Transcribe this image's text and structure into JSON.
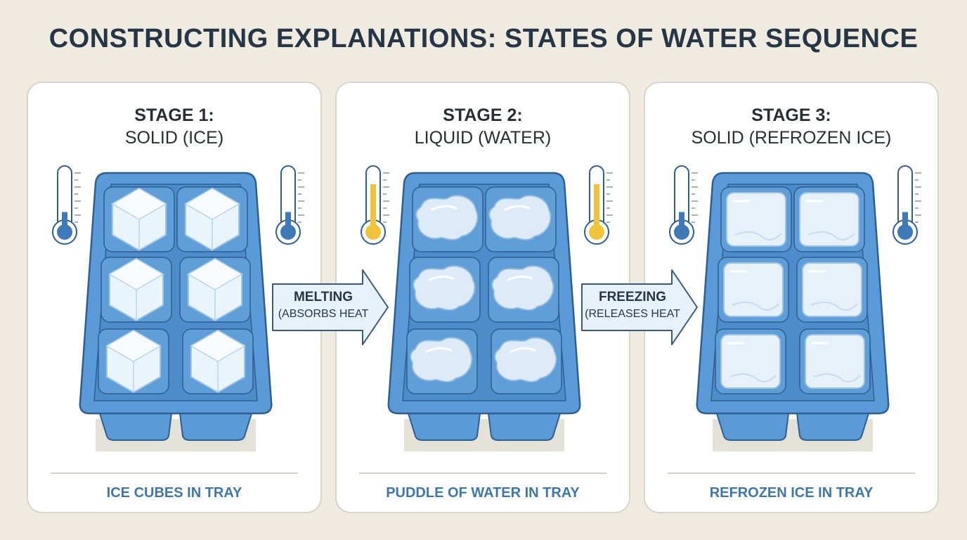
{
  "title": "CONSTRUCTING EXPLANATIONS: STATES OF WATER SEQUENCE",
  "stages": [
    {
      "number": "STAGE 1:",
      "state": "SOLID (ICE)",
      "caption": "ICE CUBES IN TRAY",
      "thermometer_level": 0.2,
      "thermometer_color": "#3e7ab8",
      "contents": "ice-cubes"
    },
    {
      "number": "STAGE 2:",
      "state": "LIQUID (WATER)",
      "caption": "PUDDLE OF WATER IN TRAY",
      "thermometer_level": 0.75,
      "thermometer_color": "#f0c43a",
      "contents": "water-puddles"
    },
    {
      "number": "STAGE 3:",
      "state": "SOLID (REFROZEN ICE)",
      "caption": "REFROZEN ICE IN TRAY",
      "thermometer_level": 0.2,
      "thermometer_color": "#3e7ab8",
      "contents": "refrozen-ice"
    }
  ],
  "transitions": [
    {
      "label": "MELTING",
      "detail": "(ABSORBS HEAT"
    },
    {
      "label": "FREEZING",
      "detail": "(RELEASES HEAT"
    }
  ],
  "colors": {
    "background": "#efebe1",
    "tray": "#5b9ad8",
    "tray_dark": "#2f5f8f",
    "ice": "#e2f0fa",
    "caption": "#3f78a8",
    "warm_fluid": "#f0c43a",
    "cold_fluid": "#3e7ab8"
  }
}
